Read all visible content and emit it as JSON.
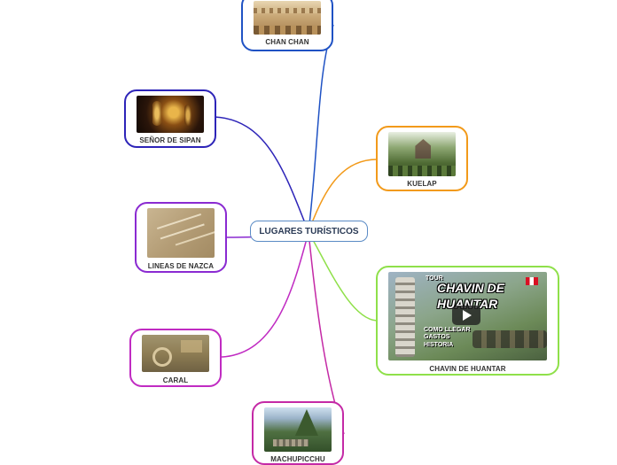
{
  "central_topic": "LUGARES TURÍSTICOS",
  "nodes": {
    "chan_chan": {
      "label": "CHAN CHAN",
      "color": "#1f52c4"
    },
    "senor_de_sipan": {
      "label": "SEÑOR DE SIPAN",
      "color": "#2d24b8"
    },
    "lineas_de_nazca": {
      "label": "LINEAS DE NAZCA",
      "color": "#8a2ad1"
    },
    "caral": {
      "label": "CARAL",
      "color": "#c02bc2"
    },
    "machupicchu": {
      "label": "MACHUPICCHU",
      "color": "#c42aa6"
    },
    "kuelap": {
      "label": "KUELAP",
      "color": "#f29a1a"
    },
    "chavin_de_huantar": {
      "label": "CHAVIN DE HUANTAR",
      "color": "#8fe04a",
      "thumbnail_text": {
        "tour": "TOUR",
        "title": "CHAVIN DE\nHUANTAR",
        "subtitle": "COMO LLEGAR\nGASTOS\nHISTORIA"
      }
    }
  },
  "central_border_color": "#5a8bc5"
}
